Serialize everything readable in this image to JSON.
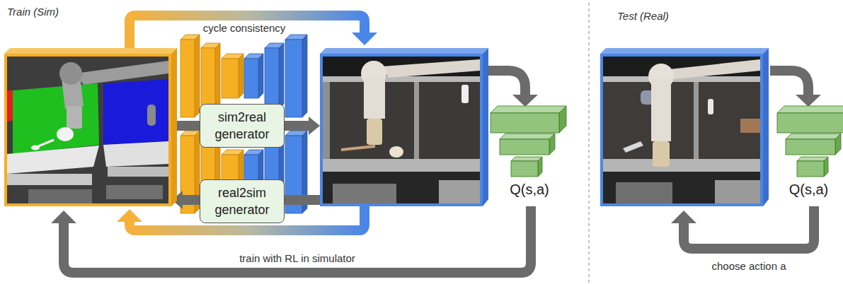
{
  "diagram": {
    "nodes": [
      {
        "text": [
          "sim2real generator"
        ]
      },
      {
        "text": [
          "real2sim generator"
        ]
      },
      {
        "text": [
          "Q(s,a)"
        ]
      },
      {
        "text": [
          "Q(s,a)"
        ]
      }
    ],
    "labels": [
      "Train (Sim)",
      "cycle consistency",
      "train with RL in simulator",
      "Test (Real)",
      "choose action a"
    ]
  }
}
